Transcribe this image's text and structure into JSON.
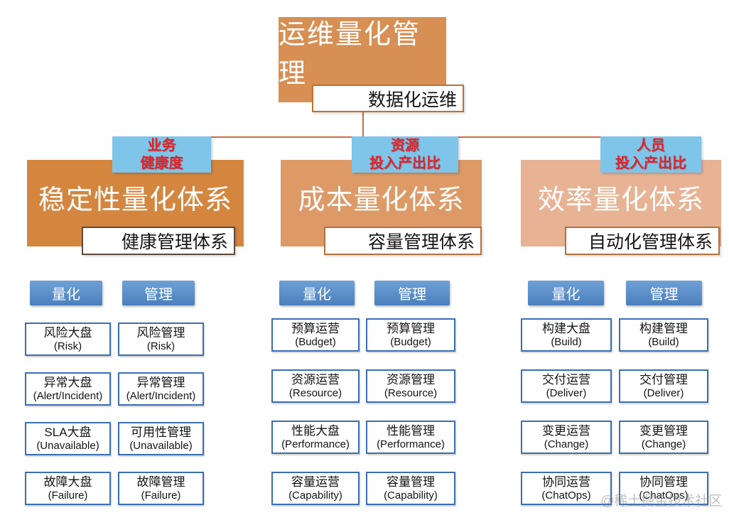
{
  "diagram": {
    "root": {
      "title": "运维量化管理",
      "tag": "数据化运维"
    },
    "chips": {
      "quant": "量化",
      "mgmt": "管理"
    },
    "pillars": [
      {
        "tag_lines": [
          "业务",
          "健康度"
        ],
        "title": "稳定性量化体系",
        "sublabel": "健康管理体系",
        "quant_items": [
          {
            "cn": "风险大盘",
            "en": "(Risk)"
          },
          {
            "cn": "异常大盘",
            "en": "(Alert/Incident)"
          },
          {
            "cn": "SLA大盘",
            "en": "(Unavailable)"
          },
          {
            "cn": "故障大盘",
            "en": "(Failure)"
          }
        ],
        "mgmt_items": [
          {
            "cn": "风险管理",
            "en": "(Risk)"
          },
          {
            "cn": "异常管理",
            "en": "(Alert/Incident)"
          },
          {
            "cn": "可用性管理",
            "en": "(Unavailable)"
          },
          {
            "cn": "故障管理",
            "en": "(Failure)"
          }
        ]
      },
      {
        "tag_lines": [
          "资源",
          "投入产出比"
        ],
        "title": "成本量化体系",
        "sublabel": "容量管理体系",
        "quant_items": [
          {
            "cn": "预算运营",
            "en": "(Budget)"
          },
          {
            "cn": "资源运营",
            "en": "(Resource)"
          },
          {
            "cn": "性能大盘",
            "en": "(Performance)"
          },
          {
            "cn": "容量运营",
            "en": "(Capability)"
          }
        ],
        "mgmt_items": [
          {
            "cn": "预算管理",
            "en": "(Budget)"
          },
          {
            "cn": "资源管理",
            "en": "(Resource)"
          },
          {
            "cn": "性能管理",
            "en": "(Performance)"
          },
          {
            "cn": "容量管理",
            "en": "(Capability)"
          }
        ]
      },
      {
        "tag_lines": [
          "人员",
          "投入产出比"
        ],
        "title": "效率量化体系",
        "sublabel": "自动化管理体系",
        "quant_items": [
          {
            "cn": "构建大盘",
            "en": "(Build)"
          },
          {
            "cn": "交付运营",
            "en": "(Deliver)"
          },
          {
            "cn": "变更运营",
            "en": "(Change)"
          },
          {
            "cn": "协同运营",
            "en": "(ChatOps)"
          }
        ],
        "mgmt_items": [
          {
            "cn": "构建管理",
            "en": "(Build)"
          },
          {
            "cn": "交付管理",
            "en": "(Deliver)"
          },
          {
            "cn": "变更管理",
            "en": "(Change)"
          },
          {
            "cn": "协同管理",
            "en": "(ChatOps)"
          }
        ]
      }
    ],
    "watermark": "@稀土掘金技术社区",
    "colors": {
      "root_fill": "#d78f53",
      "pillar_fills": [
        "#d4863f",
        "#dd9a67",
        "#e8b394"
      ],
      "tag_fill": "#7fc4e9",
      "tag_text": "#e0242b",
      "chip_fill": "#5589c4",
      "item_border": "#3a6eb5",
      "connector": "#cc6b47"
    }
  }
}
